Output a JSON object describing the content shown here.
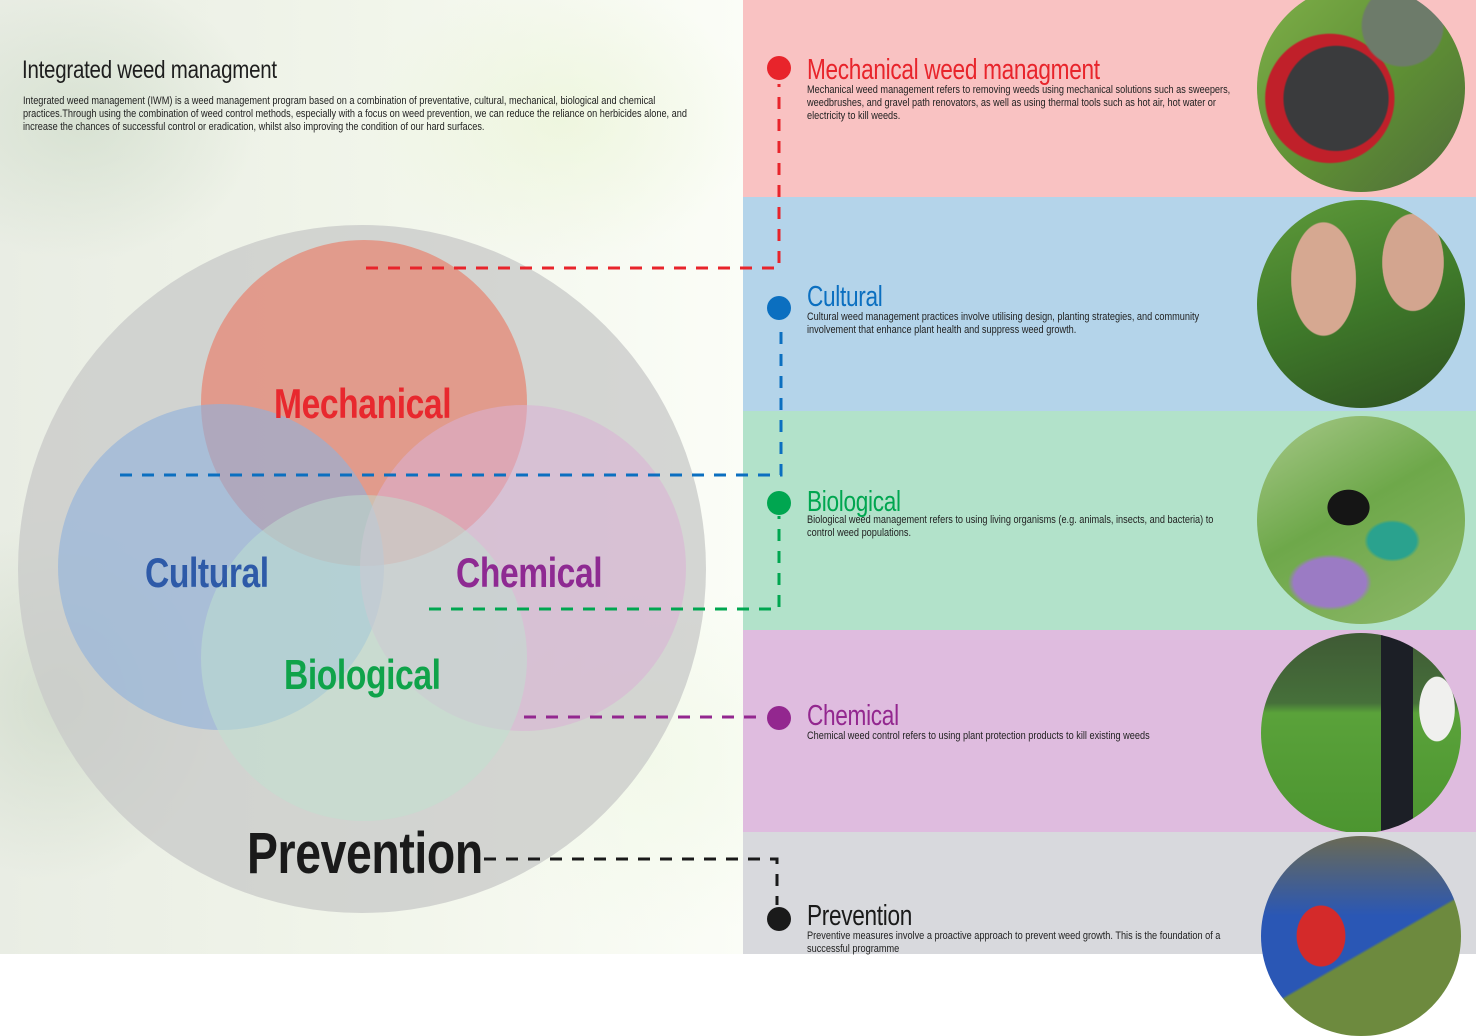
{
  "header": {
    "title": "Integrated weed managment",
    "intro": "Integrated weed management (IWM) is a weed management program based on a combination of preventative, cultural, mechanical, biological and chemical practices.Through using the combination of weed control methods, especially with a focus on weed prevention, we can reduce the reliance on herbicides alone, and increase the chances of successful control or eradication, whilst also improving the condition of our hard surfaces."
  },
  "venn": {
    "outer_label": "Prevention",
    "circles": [
      {
        "label": "Mechanical",
        "color": "#e8282e"
      },
      {
        "label": "Cultural",
        "color": "#2e5aa8"
      },
      {
        "label": "Chemical",
        "color": "#8e2a92"
      },
      {
        "label": "Biological",
        "color": "#0fa34a"
      }
    ]
  },
  "sections": [
    {
      "title": "Mechanical weed managment",
      "description": "Mechanical weed management refers to removing weeds using mechanical solutions such as sweepers, weedbrushes, and gravel path renovators, as well as using thermal tools such as hot air, hot water or electricity to kill weeds.",
      "color": "#e8242b",
      "band_color": "#f9c2c2",
      "photo": "ride-on weed brush machine on path edge"
    },
    {
      "title": "Cultural",
      "description": "Cultural weed management practices involve utilising design, planting strategies, and community involvement that enhance plant health and suppress weed growth.",
      "color": "#0b6fc0",
      "band_color": "#b4d4ea",
      "photo": "hands pulling weeds from grass"
    },
    {
      "title": "Biological",
      "description": "Biological weed management refers to using living organisms (e.g. animals, insects, and bacteria) to control weed populations.",
      "color": "#00a650",
      "band_color": "#b2e2ca",
      "photo": "beetle on green plant stem"
    },
    {
      "title": "Chemical",
      "description": "Chemical weed control refers to using plant protection products to kill existing weeds",
      "color": "#93278f",
      "band_color": "#dfbcdf",
      "photo": "person spraying lawn with backpack sprayer"
    },
    {
      "title": "Prevention",
      "description": "Preventive measures involve a proactive approach to prevent weed growth. This is the foundation of a successful programme",
      "color": "#1a1a1a",
      "band_color": "#d8d9dd",
      "photo": "machine cleaning sports pitch surface"
    }
  ]
}
